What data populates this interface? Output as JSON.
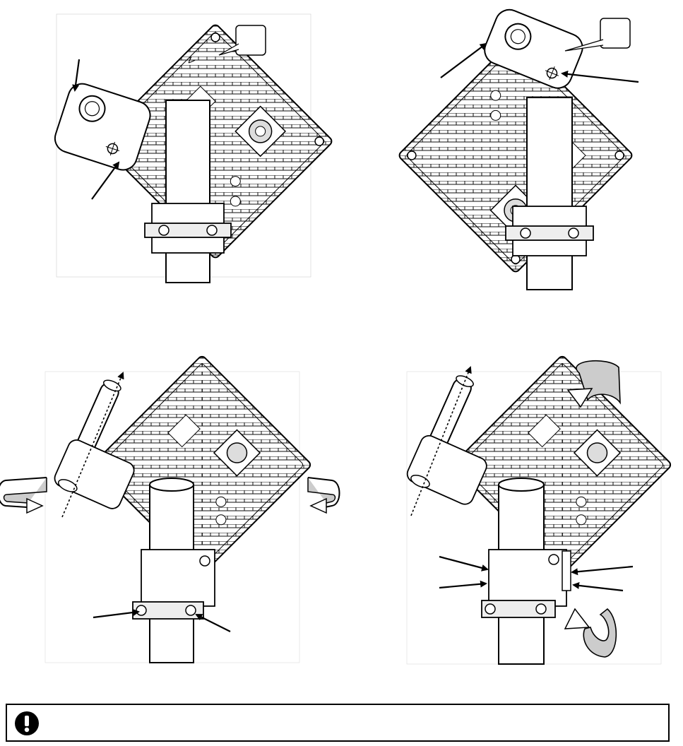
{
  "figure": {
    "panels": [
      {
        "id": "top-left",
        "label": "",
        "callout": ""
      },
      {
        "id": "top-right",
        "label": "",
        "callout": ""
      },
      {
        "id": "bottom-left",
        "label": ""
      },
      {
        "id": "bottom-right",
        "label": ""
      }
    ],
    "unit_marks": {
      "polarity_plus": "+",
      "polarity_minus": "-",
      "arrow_mark": "V"
    },
    "note": {
      "icon": "exclamation-icon",
      "text": ""
    }
  }
}
